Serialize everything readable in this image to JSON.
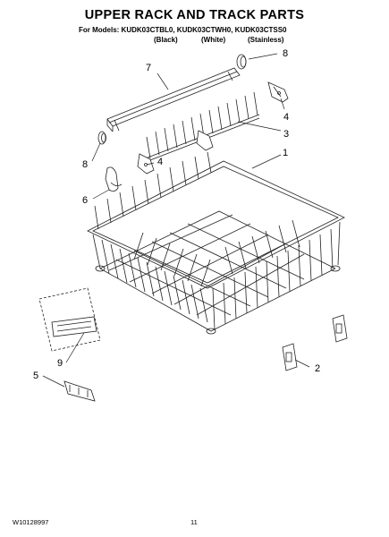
{
  "page": {
    "title": "UPPER RACK AND TRACK PARTS",
    "models_label": "For Models: KUDK03CTBL0, KUDK03CTWH0, KUDK03CTSS0",
    "variants": [
      "(Black)",
      "(White)",
      "(Stainless)"
    ]
  },
  "callouts": [
    "7",
    "8",
    "4",
    "3",
    "4",
    "1",
    "8",
    "6",
    "9",
    "5",
    "2"
  ],
  "footer": {
    "part_number": "W10128997",
    "page_number": "11"
  }
}
